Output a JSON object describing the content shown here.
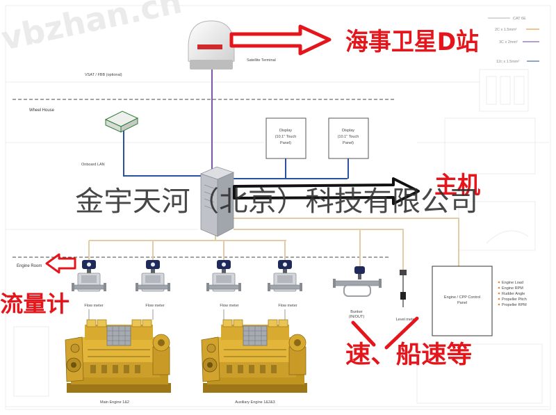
{
  "watermarks": {
    "site": "vbzhan.cn",
    "company": "金宇天河（北京）科技有限公司"
  },
  "annotations": {
    "satellite_station": "海事卫星D站",
    "main_engine": "主机",
    "flow_meter": "流量计",
    "speed": "速、船速等"
  },
  "zones": {
    "wheel_house": "Wheel House",
    "engine_room": "Engine Room"
  },
  "wheel_house": {
    "satellite_terminal": "Satellite Terminal",
    "vsat": "VSAT / FBB (optional)",
    "onboard_lan": "Onboard LAN",
    "displays": [
      {
        "line1": "Display",
        "line2": "(10.1\" Touch",
        "line3": "Panel)"
      },
      {
        "line1": "Display",
        "line2": "(10.1\" Touch",
        "line3": "Panel)"
      }
    ]
  },
  "engine_room": {
    "flow_meters": [
      "Flow meter",
      "Flow meter",
      "Flow meter",
      "Flow meter"
    ],
    "bunker": {
      "line1": "Bunker",
      "line2": "(IN/OUT)"
    },
    "level_meter": "Level meter",
    "control_panel": {
      "line1": "Engine / CPP Control",
      "line2": "Panel"
    },
    "control_signals": [
      "Engine Load",
      "Engine RPM",
      "Rudder Angle",
      "Propeller Pitch",
      "Propeller RPM"
    ],
    "main_engine": "Main Engine 1&2",
    "aux_engine": "Auxiliary Engine 1&2&3"
  },
  "cable_legend": [
    "CAT 6E",
    "2C x 1.5mm²",
    "3C x 2mm²",
    "12c x 1.5mm²"
  ],
  "colors": {
    "annotation_red": "#e4161c",
    "satellite_link": "#7a55a8",
    "lan_blue": "#2b4f9f",
    "signal_tan": "#e3cba3",
    "engine_yellow": "#e3b63a",
    "meter_navy": "#1f2a5a"
  }
}
